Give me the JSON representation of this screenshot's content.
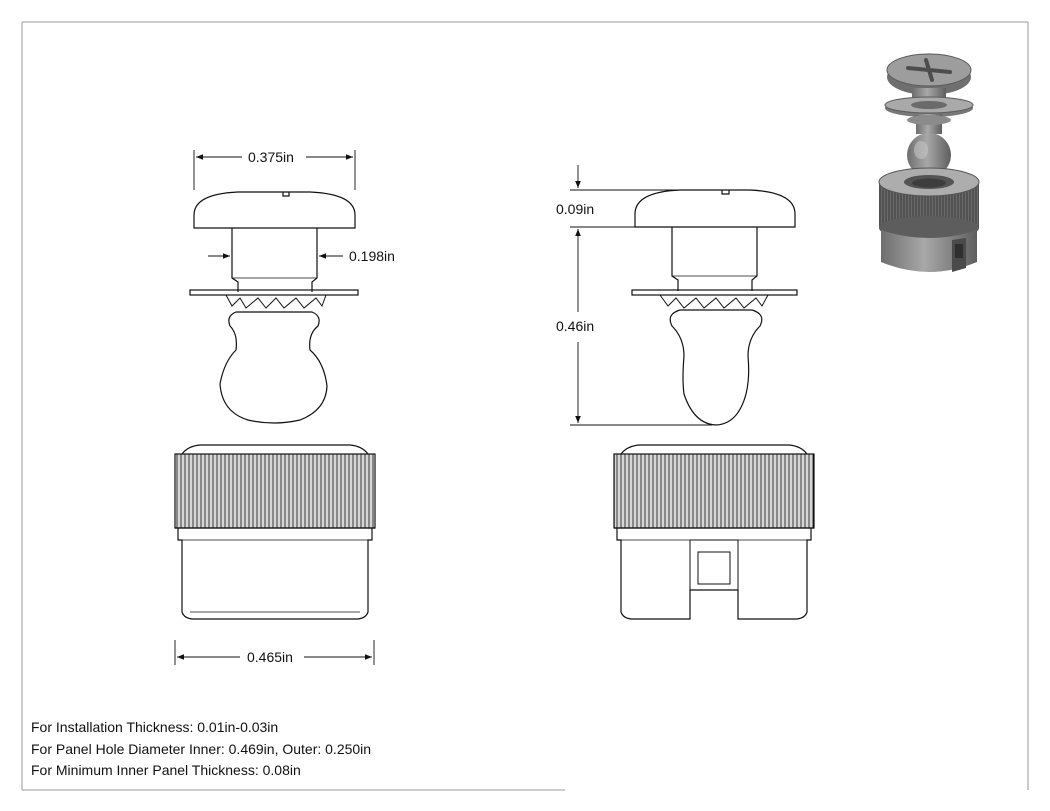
{
  "dimensions": {
    "head_width": "0.375in",
    "shank_diameter": "0.198in",
    "base_width": "0.465in",
    "head_height": "0.09in",
    "stud_length": "0.46in"
  },
  "notes": [
    "For Installation Thickness: 0.01in-0.03in",
    "For Panel Hole Diameter Inner: 0.469in, Outer: 0.250in",
    "For Minimum Inner Panel Thickness: 0.08in"
  ],
  "colors": {
    "line": "#111111",
    "frame": "#9a9a9a",
    "render_dark": "#5a5a5a",
    "render_mid": "#8c8c8c",
    "render_light": "#bdbdbd"
  }
}
